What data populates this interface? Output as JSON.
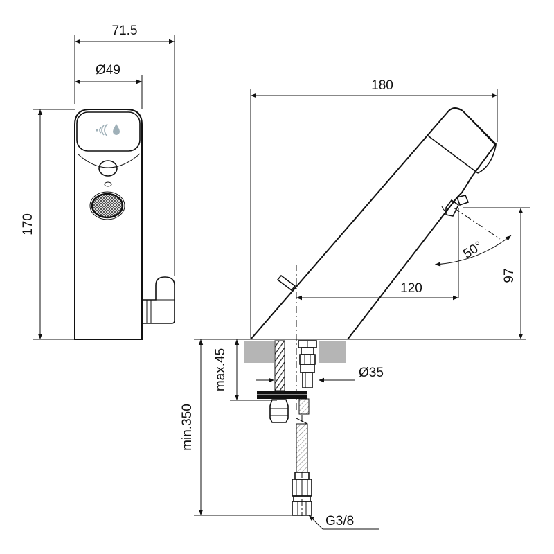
{
  "dimensions": {
    "width_71_5": "71.5",
    "diameter_49": "Ø49",
    "height_170": "170",
    "length_180": "180",
    "angle_50": "50°",
    "reach_120": "120",
    "height_97": "97",
    "max_45": "max.45",
    "diameter_35": "Ø35",
    "min_350": "min.350",
    "thread": "G3/8"
  },
  "colors": {
    "line": "#111111",
    "counter": "#b5b5b5",
    "sensor_icon": "#9fb0b8"
  },
  "icons": {
    "sensor": "sensor-waves-drop-icon",
    "aerator": "aerator-mesh-icon"
  }
}
